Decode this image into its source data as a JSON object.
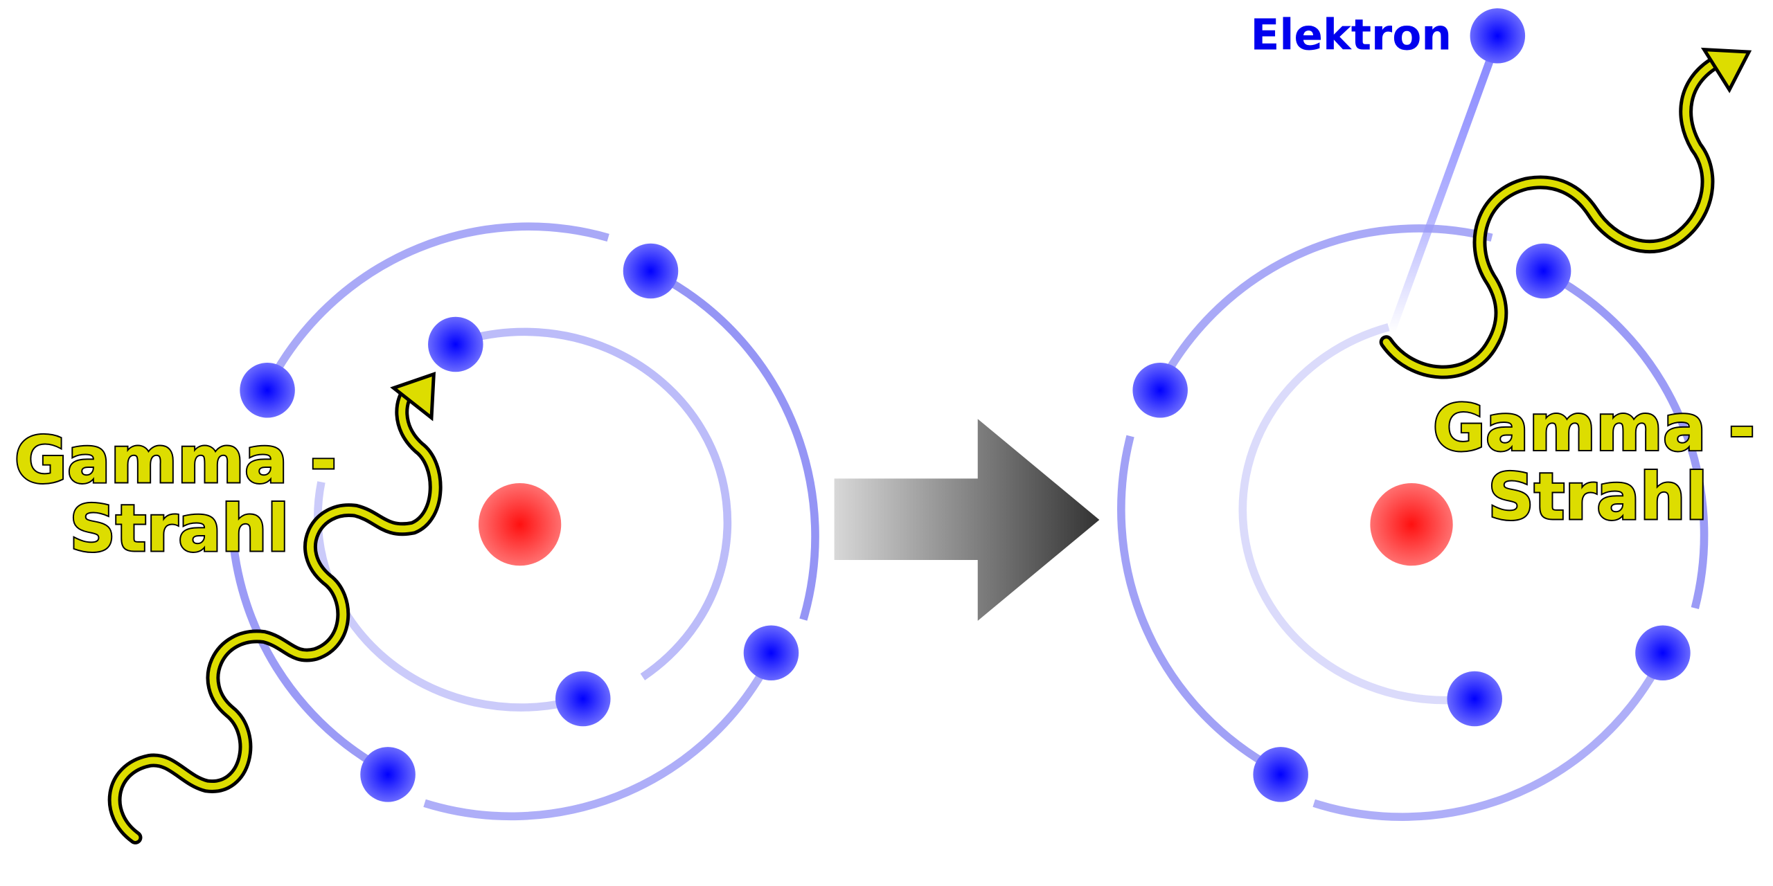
{
  "labels": {
    "gamma_line1_left": "Gamma -",
    "gamma_line2_left": "Strahl",
    "gamma_line1_right": "Gamma -",
    "gamma_line2_right": "Strahl",
    "electron": "Elektron"
  },
  "colors": {
    "nucleus": "#ff2020",
    "electron": "#0000ff",
    "orbit": "#8080f0",
    "gamma_ray": "#dddd00",
    "arrow_dark": "#333333"
  }
}
